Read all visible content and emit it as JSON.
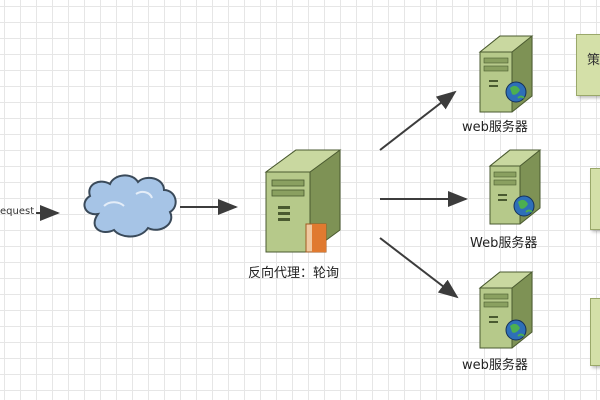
{
  "request_label": "equest",
  "proxy_label": "反向代理：轮询",
  "servers": [
    {
      "label": "web服务器"
    },
    {
      "label": "Web服务器"
    },
    {
      "label": "web服务器"
    }
  ],
  "note_partial_text": "策",
  "colors": {
    "server_body": "#b6c98a",
    "server_dark": "#7e9255",
    "arrow": "#3c3c3c",
    "cloud": "#a6c4e6",
    "note": "#d4e0a8",
    "globe": "#2e6fb8"
  }
}
